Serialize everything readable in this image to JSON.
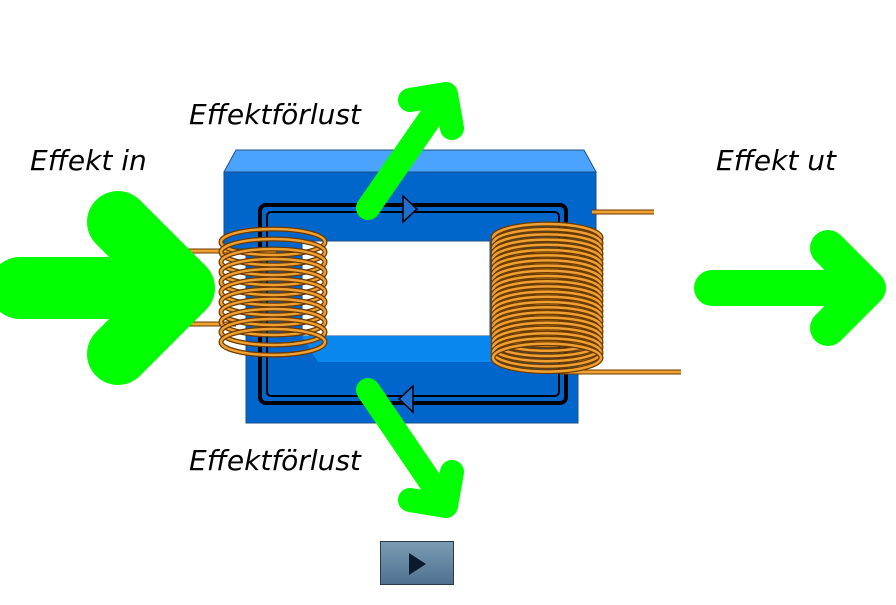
{
  "labels": {
    "power_in": "Effekt in",
    "power_out": "Effekt ut",
    "loss_top": "Effektförlust",
    "loss_bottom": "Effektförlust"
  },
  "colors": {
    "core_front": "#0066cc",
    "core_top": "#4aa3ff",
    "core_inner": "#0a86ef",
    "wire": "#f0a030",
    "wire_dark": "#6b3a00",
    "arrow": "#00ff00",
    "flux_line": "#000000",
    "play_button": "#5a7d9b"
  },
  "icons": {
    "play": "play-triangle-icon",
    "flux_direction": "flux-arrowhead-icon"
  }
}
